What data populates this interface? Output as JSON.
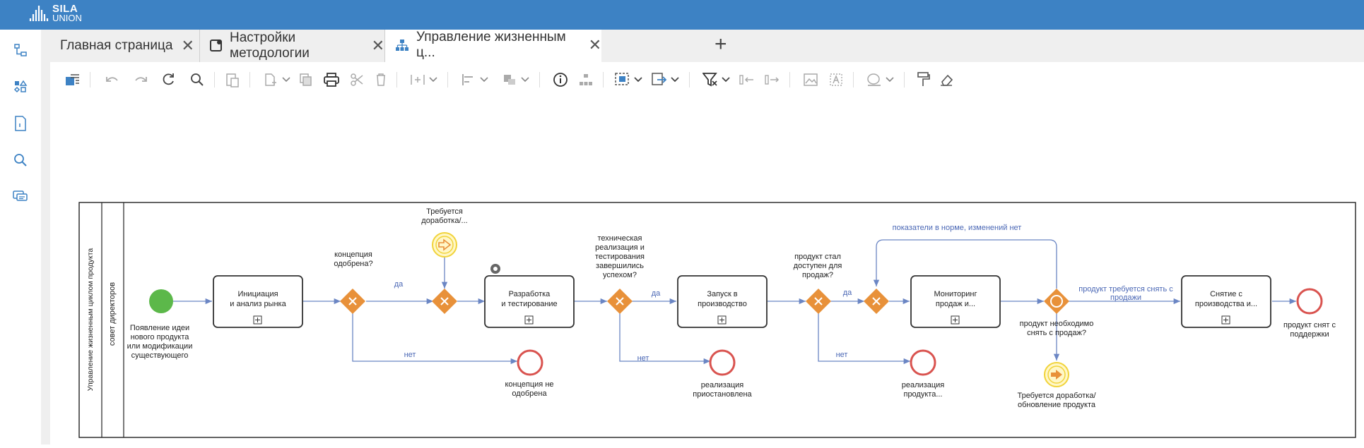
{
  "app": {
    "brand_line1": "SILA",
    "brand_line2": "UNION",
    "brand_color": "#3d82c4"
  },
  "sidebar": {
    "icons": [
      "process-tree-icon",
      "shapes-icon",
      "document-icon",
      "search-icon",
      "comments-icon"
    ]
  },
  "tabs": [
    {
      "label": "Главная страница",
      "close": "✕"
    },
    {
      "label": "Настройки методологии",
      "close": "✕"
    },
    {
      "label": "Управление жизненным ц...",
      "close": "✕"
    }
  ],
  "add_tab": "+",
  "diagram": {
    "pool_label": "Управление жизненным циклом продукта",
    "lane_label": "совет директоров",
    "start_event": "Появление идеи нового продукта или модификации существующего",
    "tasks": {
      "initiation": [
        "Инициация",
        "и анализ рынка"
      ],
      "development": [
        "Разработка",
        "и тестирование"
      ],
      "launch": [
        "Запуск в",
        "производство"
      ],
      "monitoring": [
        "Мониторинг",
        "продаж и..."
      ],
      "removal": [
        "Снятие с",
        "производства и..."
      ]
    },
    "gateways": {
      "concept_approved": [
        "концепция",
        "одобрена?"
      ],
      "tech_success": [
        "техническая",
        "реализация и",
        "тестирования",
        "завершились",
        "успехом?"
      ],
      "product_available": [
        "продукт стал",
        "доступен для",
        "продаж?"
      ],
      "need_removal": [
        "продукт необходимо",
        "снять с продаж?"
      ]
    },
    "flows": {
      "yes": "да",
      "no": "нет",
      "indicators_ok": "показатели в норме, изменений нет",
      "need_remove": [
        "продукт требуется снять с",
        "продажи"
      ]
    },
    "intermediate_events": {
      "rework_catch": [
        "Требуется",
        "доработка/..."
      ],
      "rework_throw": [
        "Требуется доработка/",
        "обновление продукта"
      ]
    },
    "end_events": {
      "concept_rejected": [
        "концепция не",
        "одобрена"
      ],
      "impl_suspended": [
        "реализация",
        "приостановлена"
      ],
      "impl_product": [
        "реализация",
        "продукта..."
      ],
      "product_retired": [
        "продукт снят с",
        "поддержки"
      ]
    }
  }
}
